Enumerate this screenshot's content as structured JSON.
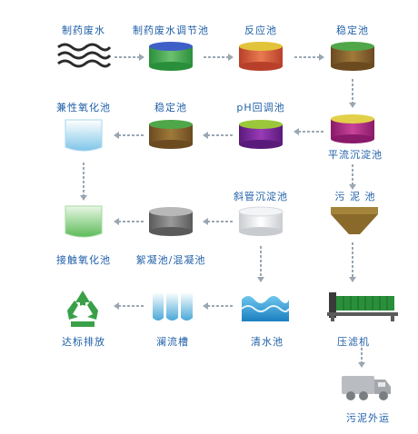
{
  "nodes": {
    "wastewater": "制药废水",
    "regulating_tank": "制药废水调节池",
    "reaction_tank": "反应池",
    "stabilization_tank_1": "稳定池",
    "facultative_tank": "兼性氧化池",
    "stabilization_tank_2": "稳定池",
    "ph_tank": "pH回调池",
    "advection_tank": "平流沉淀池",
    "sludge_tank": "污 泥 池",
    "inclined_tube_tank": "斜管沉淀池",
    "coagulation_tank": "絮凝池/混凝池",
    "contact_tank": "接触氧化池",
    "discharge": "达标排放",
    "flume": "澜流槽",
    "clear_water": "清水池",
    "filter_press": "压滤机",
    "sludge_transport": "污泥外运"
  },
  "colors": {
    "label": "#1f5fa8",
    "arrow": "#9aa7b3",
    "recycle": "#3aa048"
  },
  "icons": [
    "wave-icon",
    "recycle-icon",
    "truck-icon",
    "filter-press-icon",
    "hopper-icon"
  ]
}
